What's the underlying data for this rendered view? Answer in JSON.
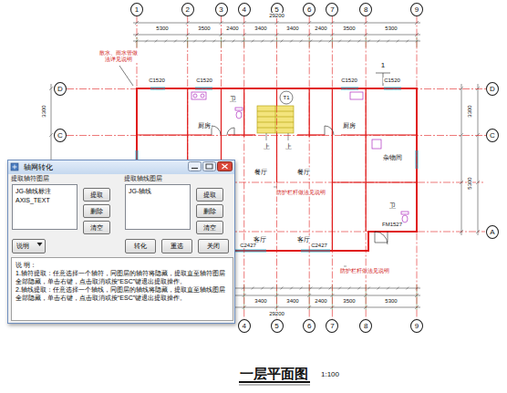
{
  "diagram": {
    "title": "一层平面图",
    "nodes": [
      {
        "text": [
          "1"
        ]
      },
      {
        "text": [
          "2"
        ]
      },
      {
        "text": [
          "3"
        ]
      },
      {
        "text": [
          "4"
        ]
      },
      {
        "text": [
          "5"
        ]
      },
      {
        "text": [
          "6"
        ]
      },
      {
        "text": [
          "7"
        ]
      },
      {
        "text": [
          "8"
        ]
      },
      {
        "text": [
          "9"
        ]
      },
      {
        "text": [
          "4"
        ]
      },
      {
        "text": [
          "5"
        ]
      },
      {
        "text": [
          "6"
        ]
      },
      {
        "text": [
          "7"
        ]
      },
      {
        "text": [
          "8"
        ]
      },
      {
        "text": [
          "9"
        ]
      },
      {
        "text": [
          "D"
        ]
      },
      {
        "text": [
          "C"
        ]
      },
      {
        "text": [
          "D"
        ]
      },
      {
        "text": [
          "C"
        ]
      },
      {
        "text": [
          "A"
        ]
      },
      {
        "text": [
          "轴网转化"
        ]
      },
      {
        "text": [
          "JG-轴线标注",
          "AXIS_TEXT"
        ],
        "in": 20
      },
      {
        "text": [
          "提取"
        ],
        "in": 20
      },
      {
        "text": [
          "删除"
        ],
        "in": 20
      },
      {
        "text": [
          "清空"
        ],
        "in": 20
      },
      {
        "text": [
          "JG-轴线"
        ],
        "in": 20
      },
      {
        "text": [
          "提取"
        ],
        "in": 20
      },
      {
        "text": [
          "删除"
        ],
        "in": 20
      },
      {
        "text": [
          "清空"
        ],
        "in": 20
      },
      {
        "text": [
          "说明"
        ],
        "in": 20
      },
      {
        "text": [
          "转化"
        ],
        "in": 20
      },
      {
        "text": [
          "重选"
        ],
        "in": 20
      },
      {
        "text": [
          "关闭"
        ],
        "in": 20
      },
      {
        "text": [
          "说 明：",
          "1.轴符提取：任意选择一个轴符，同图层的轴符将隐藏，提取直至轴符图层全部隐藏，单击右键，点击取消或按“ESC”键退出提取操作。",
          "2.轴线提取：任意选择一个轴线，同图层的轴线将隐藏，提取直至轴线图层全部隐藏，单击右键，点击取消或按“ESC”键退出提取操作。"
        ],
        "in": 20
      }
    ],
    "edges": [
      {
        "from": 3,
        "to": 9,
        "arrow": "none"
      },
      {
        "from": 4,
        "to": 10,
        "arrow": "none"
      },
      {
        "from": 5,
        "to": 11,
        "arrow": "none"
      },
      {
        "from": 6,
        "to": 12,
        "arrow": "none"
      },
      {
        "from": 7,
        "to": 13,
        "arrow": "none"
      },
      {
        "from": 8,
        "to": 14,
        "arrow": "none"
      },
      {
        "from": 15,
        "to": 17,
        "arrow": "none"
      },
      {
        "from": 16,
        "to": 18,
        "arrow": "none"
      }
    ],
    "labels": [
      "29200",
      "5300",
      "3500",
      "2400",
      "3400",
      "3400",
      "2400",
      "3500",
      "5300",
      "29200",
      "3400",
      "3400",
      "2400",
      "3500",
      "5300",
      "3300",
      "3300",
      "5300",
      "厨房",
      "厨房",
      "卫",
      "T1",
      "上",
      "上",
      "餐厅",
      "餐厅",
      "杂物间",
      "卫",
      "客厅",
      "客厅",
      "C1520",
      "C1520",
      "C1520",
      "C1520",
      "C2427",
      "C2427",
      "FM1527",
      "散水、雨水管做法详见说明",
      "防护栏杆做法见说明",
      "防护栏杆做法见说明",
      "1",
      "1:100",
      "提取轴符图层",
      "提取轴线图层"
    ]
  }
}
